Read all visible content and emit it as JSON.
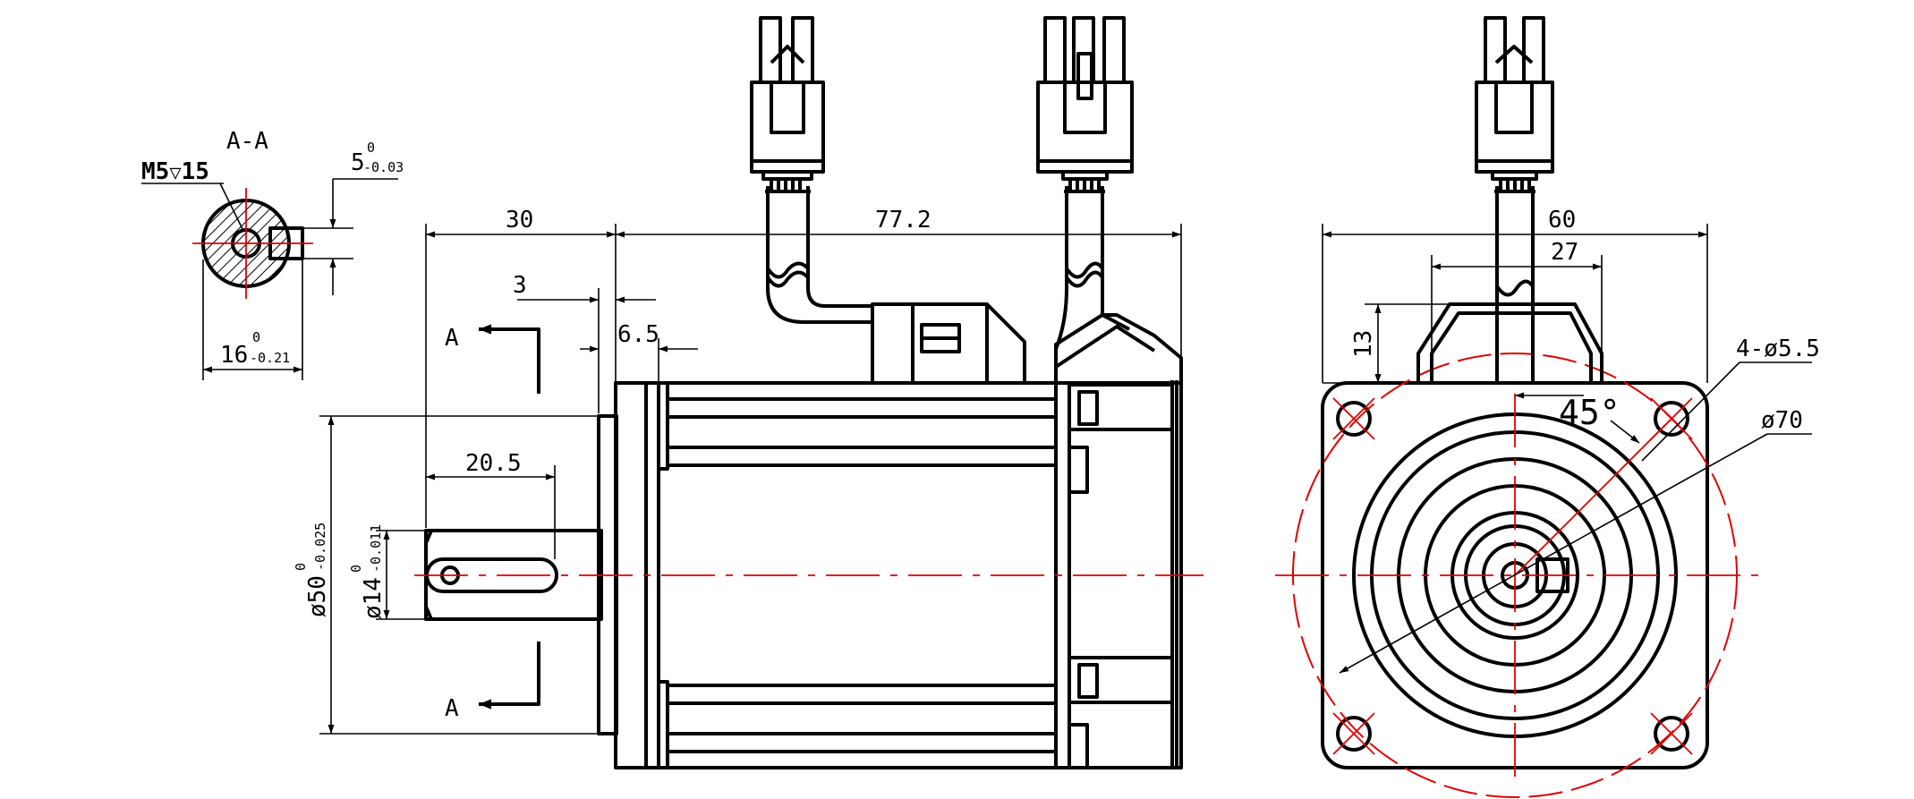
{
  "colors": {
    "outline": "#000000",
    "centerline": "#e00000",
    "background": "#ffffff"
  },
  "section": {
    "title": "A-A",
    "thread": "M5",
    "thread_depth": "15",
    "key_width": "5",
    "key_width_upper": "0",
    "key_width_lower": "-0.03",
    "shaft_flat": "16",
    "shaft_flat_upper": "0",
    "shaft_flat_lower": "-0.21"
  },
  "side_view": {
    "section_mark": "A",
    "shaft_length": "30",
    "body_length": "77.2",
    "flange_thickness": "3",
    "pilot_depth": "6.5",
    "key_length": "20.5",
    "pilot_diameter": "ø50",
    "pilot_upper": "0",
    "pilot_lower": "-0.025",
    "shaft_diameter": "ø14",
    "shaft_upper": "0",
    "shaft_lower": "-0.011"
  },
  "front_view": {
    "flange_width": "60",
    "connector_width": "27",
    "connector_height": "13",
    "holes": "4-ø5.5",
    "pcd": "ø70",
    "angle": "45°"
  }
}
